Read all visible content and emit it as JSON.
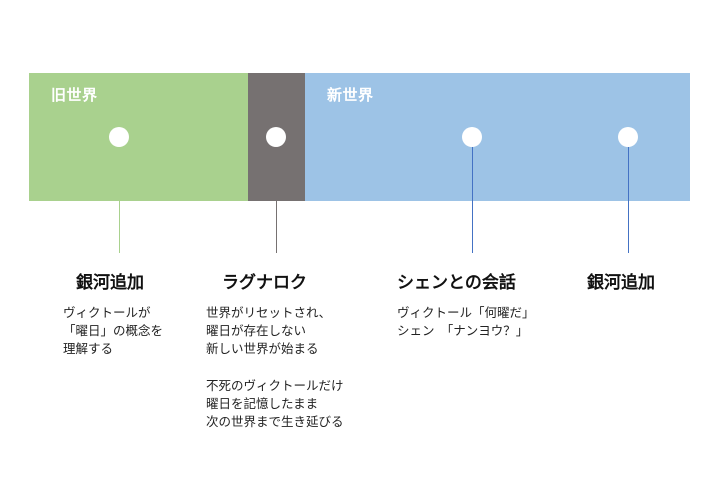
{
  "colors": {
    "old_world": "#a9d18e",
    "transition": "#767171",
    "new_world": "#9dc3e6",
    "connector_old": "#a9d18e",
    "connector_mid": "#767171",
    "connector_new": "#4472c4"
  },
  "bands": {
    "old_world_label": "旧世界",
    "new_world_label": "新世界"
  },
  "events": [
    {
      "title": "銀河追加",
      "lines": [
        "ヴィクトールが",
        "「曜日」の概念を",
        "理解する"
      ]
    },
    {
      "title": "ラグナロク",
      "lines": [
        "世界がリセットされ、",
        "曜日が存在しない",
        "新しい世界が始まる"
      ],
      "lines2": [
        "不死のヴィクトールだけ",
        "曜日を記憶したまま",
        "次の世界まで生き延びる"
      ]
    },
    {
      "title": "シェンとの会話",
      "lines": [
        "ヴィクトール「何曜だ」",
        "シェン　「ナンヨウ？」"
      ]
    },
    {
      "title": "銀河追加",
      "lines": []
    }
  ]
}
